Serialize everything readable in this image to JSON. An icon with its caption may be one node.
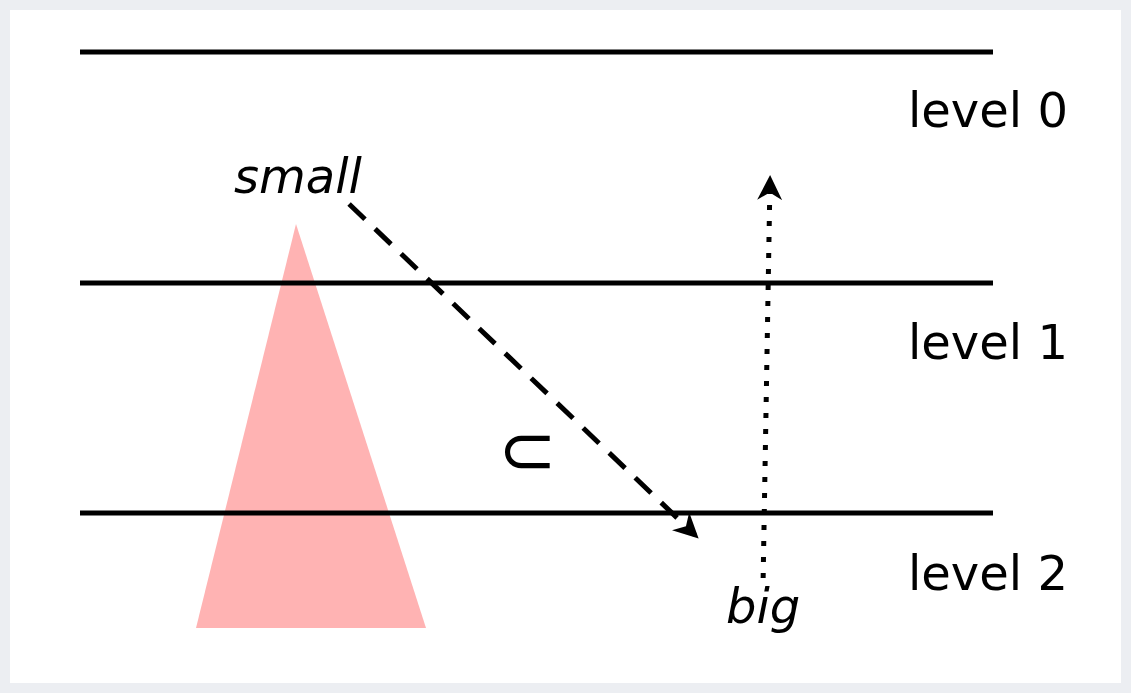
{
  "diagram": {
    "nodes": [
      {
        "text": [
          "small"
        ]
      },
      {
        "text": [
          "big"
        ]
      }
    ],
    "edges": [
      {
        "from": 0,
        "to": null,
        "arrow": "to",
        "style": "dashed",
        "label": "⊂"
      },
      {
        "from": 1,
        "to": null,
        "arrow": "to",
        "style": "dashed"
      }
    ],
    "labels": [
      "level 0",
      "level 1",
      "level 2"
    ]
  }
}
